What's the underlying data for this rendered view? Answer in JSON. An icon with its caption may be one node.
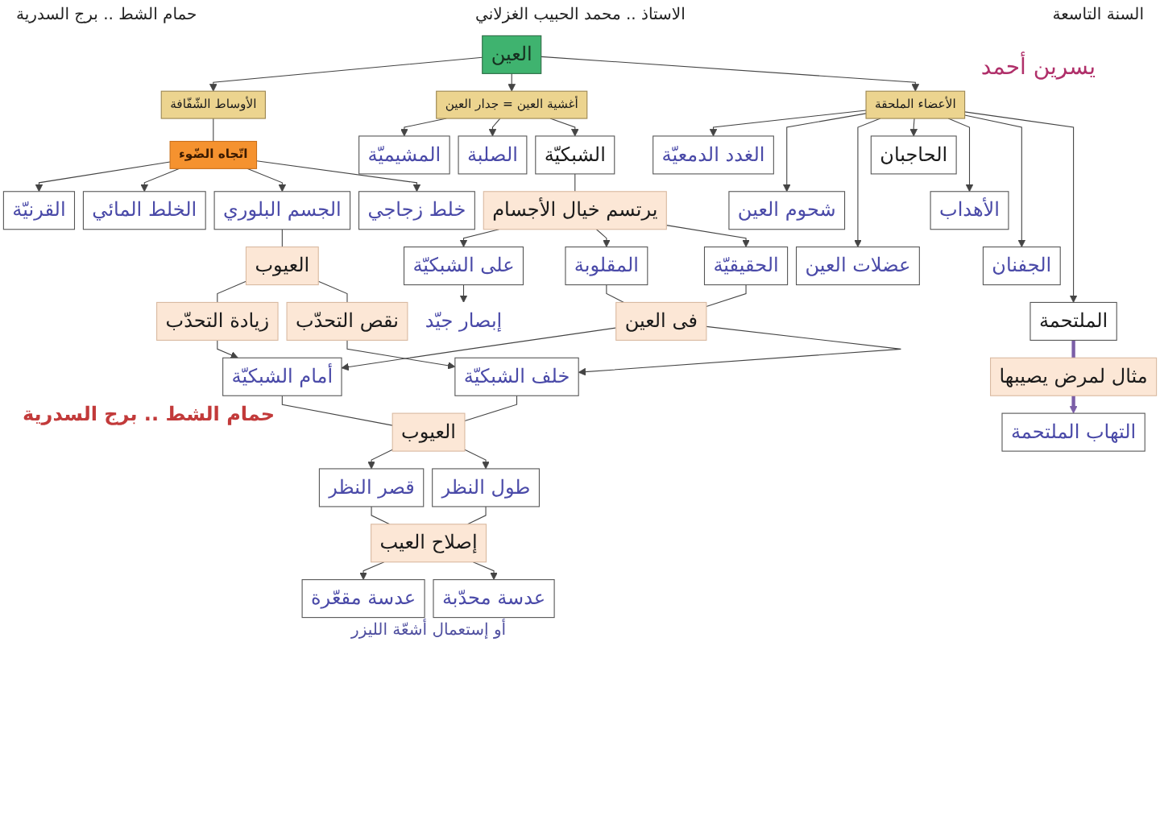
{
  "diagram": {
    "nodes": [
      {
        "text": [
          "العين"
        ]
      },
      {
        "text": [
          "الأوساط الشّفّافة"
        ]
      },
      {
        "text": [
          "أغشية العين = جدار العين"
        ]
      },
      {
        "text": [
          "الأعضاء الملحقة"
        ]
      },
      {
        "text": [
          "اتّجاه الضّوء"
        ]
      },
      {
        "text": [
          "القرنيّة"
        ]
      },
      {
        "text": [
          "الخلط المائي"
        ]
      },
      {
        "text": [
          "الجسم البلوري"
        ]
      },
      {
        "text": [
          "خلط زجاجي"
        ]
      },
      {
        "text": [
          "المشيميّة"
        ]
      },
      {
        "text": [
          "الصلبة"
        ]
      },
      {
        "text": [
          "الشبكيّة"
        ]
      },
      {
        "text": [
          "الغدد الدمعيّة"
        ]
      },
      {
        "text": [
          "شحوم العين"
        ]
      },
      {
        "text": [
          "عضلات العين"
        ]
      },
      {
        "text": [
          "الحاجبان"
        ]
      },
      {
        "text": [
          "الأهداب"
        ]
      },
      {
        "text": [
          "الجفنان"
        ]
      },
      {
        "text": [
          "الملتحمة"
        ]
      },
      {
        "text": [
          "يرتسم خيال الأجسام"
        ]
      },
      {
        "text": [
          "على الشبكيّة"
        ]
      },
      {
        "text": [
          "المقلوبة"
        ]
      },
      {
        "text": [
          "الحقيقيّة"
        ]
      },
      {
        "text": [
          "إبصار جيّد"
        ]
      },
      {
        "text": [
          "فى العين"
        ]
      },
      {
        "text": [
          "العيوب"
        ]
      },
      {
        "text": [
          "أمام الشبكيّة"
        ]
      },
      {
        "text": [
          "خلف الشبكيّة"
        ]
      },
      {
        "text": [
          "زيادة التحدّب"
        ]
      },
      {
        "text": [
          "نقص التحدّب"
        ]
      },
      {
        "text": [
          "العيوب"
        ]
      },
      {
        "text": [
          "قصر النظر"
        ]
      },
      {
        "text": [
          "طول النظر"
        ]
      },
      {
        "text": [
          "إصلاح العيب"
        ]
      },
      {
        "text": [
          "عدسة مقعّرة"
        ]
      },
      {
        "text": [
          "عدسة محدّبة"
        ]
      },
      {
        "text": [
          "مثال لمرض يصيبها"
        ]
      },
      {
        "text": [
          "التهاب الملتحمة"
        ]
      }
    ],
    "edges": [
      {
        "from": 0,
        "to": 1,
        "arrow": "to"
      },
      {
        "from": 0,
        "to": 2,
        "arrow": "to"
      },
      {
        "from": 0,
        "to": 3,
        "arrow": "to"
      },
      {
        "from": 1,
        "to": 4,
        "arrow": "none"
      },
      {
        "from": 4,
        "to": 5,
        "arrow": "to"
      },
      {
        "from": 4,
        "to": 6,
        "arrow": "to"
      },
      {
        "from": 4,
        "to": 7,
        "arrow": "to"
      },
      {
        "from": 4,
        "to": 8,
        "arrow": "to"
      },
      {
        "from": 2,
        "to": 9,
        "arrow": "to"
      },
      {
        "from": 2,
        "to": 10,
        "arrow": "to"
      },
      {
        "from": 2,
        "to": 11,
        "arrow": "to"
      },
      {
        "from": 3,
        "to": 12,
        "arrow": "to"
      },
      {
        "from": 3,
        "to": 13,
        "arrow": "to"
      },
      {
        "from": 3,
        "to": 14,
        "arrow": "to"
      },
      {
        "from": 3,
        "to": 15,
        "arrow": "to"
      },
      {
        "from": 3,
        "to": 16,
        "arrow": "to"
      },
      {
        "from": 3,
        "to": 17,
        "arrow": "to"
      },
      {
        "from": 3,
        "to": 18,
        "arrow": "to"
      },
      {
        "from": 11,
        "to": 19,
        "arrow": "none"
      },
      {
        "from": 19,
        "to": 20,
        "arrow": "to"
      },
      {
        "from": 19,
        "to": 21,
        "arrow": "to"
      },
      {
        "from": 19,
        "to": 22,
        "arrow": "to"
      },
      {
        "from": 20,
        "to": 23,
        "arrow": "to"
      },
      {
        "from": 21,
        "to": 24,
        "arrow": "none"
      },
      {
        "from": 22,
        "to": 24,
        "arrow": "none"
      },
      {
        "from": 24,
        "to": 26,
        "arrow": "to"
      },
      {
        "from": 24,
        "to": 27,
        "arrow": "to"
      },
      {
        "from": 7,
        "to": 25,
        "arrow": "none"
      },
      {
        "from": 25,
        "to": 28,
        "arrow": "none"
      },
      {
        "from": 25,
        "to": 29,
        "arrow": "none"
      },
      {
        "from": 28,
        "to": 26,
        "arrow": "to"
      },
      {
        "from": 29,
        "to": 27,
        "arrow": "to"
      },
      {
        "from": 26,
        "to": 30,
        "arrow": "none"
      },
      {
        "from": 27,
        "to": 30,
        "arrow": "none"
      },
      {
        "from": 30,
        "to": 31,
        "arrow": "to"
      },
      {
        "from": 30,
        "to": 32,
        "arrow": "to"
      },
      {
        "from": 31,
        "to": 33,
        "arrow": "none"
      },
      {
        "from": 32,
        "to": 33,
        "arrow": "none"
      },
      {
        "from": 33,
        "to": 34,
        "arrow": "to"
      },
      {
        "from": 33,
        "to": 35,
        "arrow": "to"
      },
      {
        "from": 18,
        "to": 36,
        "arrow": "none",
        "style": "thick",
        "color": "#7b5ea7"
      },
      {
        "from": 36,
        "to": 37,
        "arrow": "to",
        "style": "thick",
        "color": "#7b5ea7"
      }
    ],
    "labels": [
      "السنة التاسعة",
      "الاستاذ .. محمد الحبيب الغزلاني",
      "حمام الشط .. برج السدرية",
      "يسرين أحمد",
      "حمام الشط .. برج السدرية",
      "أو إستعمال أشعّة الليزر"
    ]
  }
}
